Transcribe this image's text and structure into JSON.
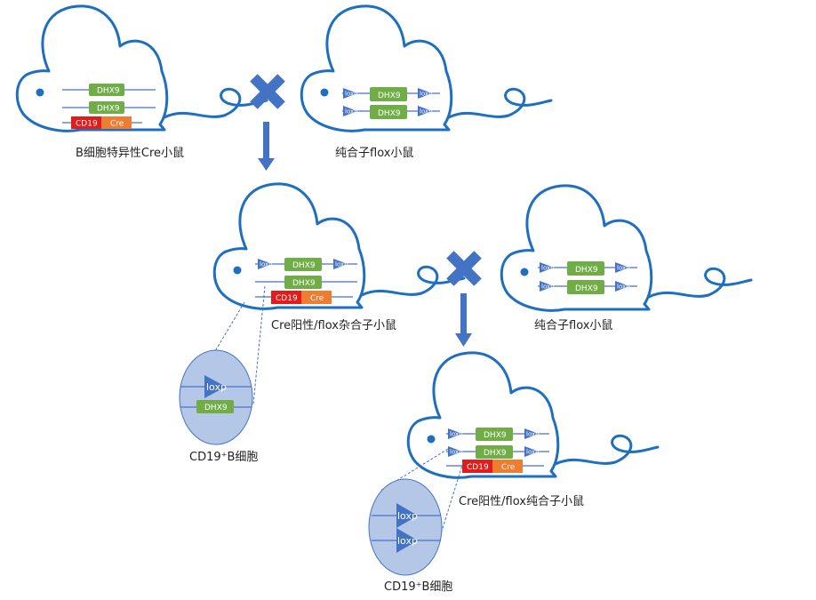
{
  "colors": {
    "mouse_outline": "#1f6fc0",
    "dhx9_fill": "#70ad47",
    "cd19_fill": "#e21b1b",
    "cre_fill": "#ed7d31",
    "loxp_fill": "#4472c4",
    "cell_fill": "#b4c7e7",
    "arrow_fill": "#4472c4"
  },
  "tags": {
    "dhx9": "DHX9",
    "cd19": "CD19",
    "cre": "Cre",
    "loxp": "loxp"
  },
  "labels": {
    "mouse_b_cre": "B细胞特异性Cre小鼠",
    "mouse_flox_homo_1": "纯合子flox小鼠",
    "mouse_het": "Cre阳性/flox杂合子小鼠",
    "mouse_flox_homo_2": "纯合子flox小鼠",
    "mouse_final": "Cre阳性/flox纯合子小鼠",
    "cell_1": "CD19⁺B细胞",
    "cell_2": "CD19⁺B细胞"
  }
}
